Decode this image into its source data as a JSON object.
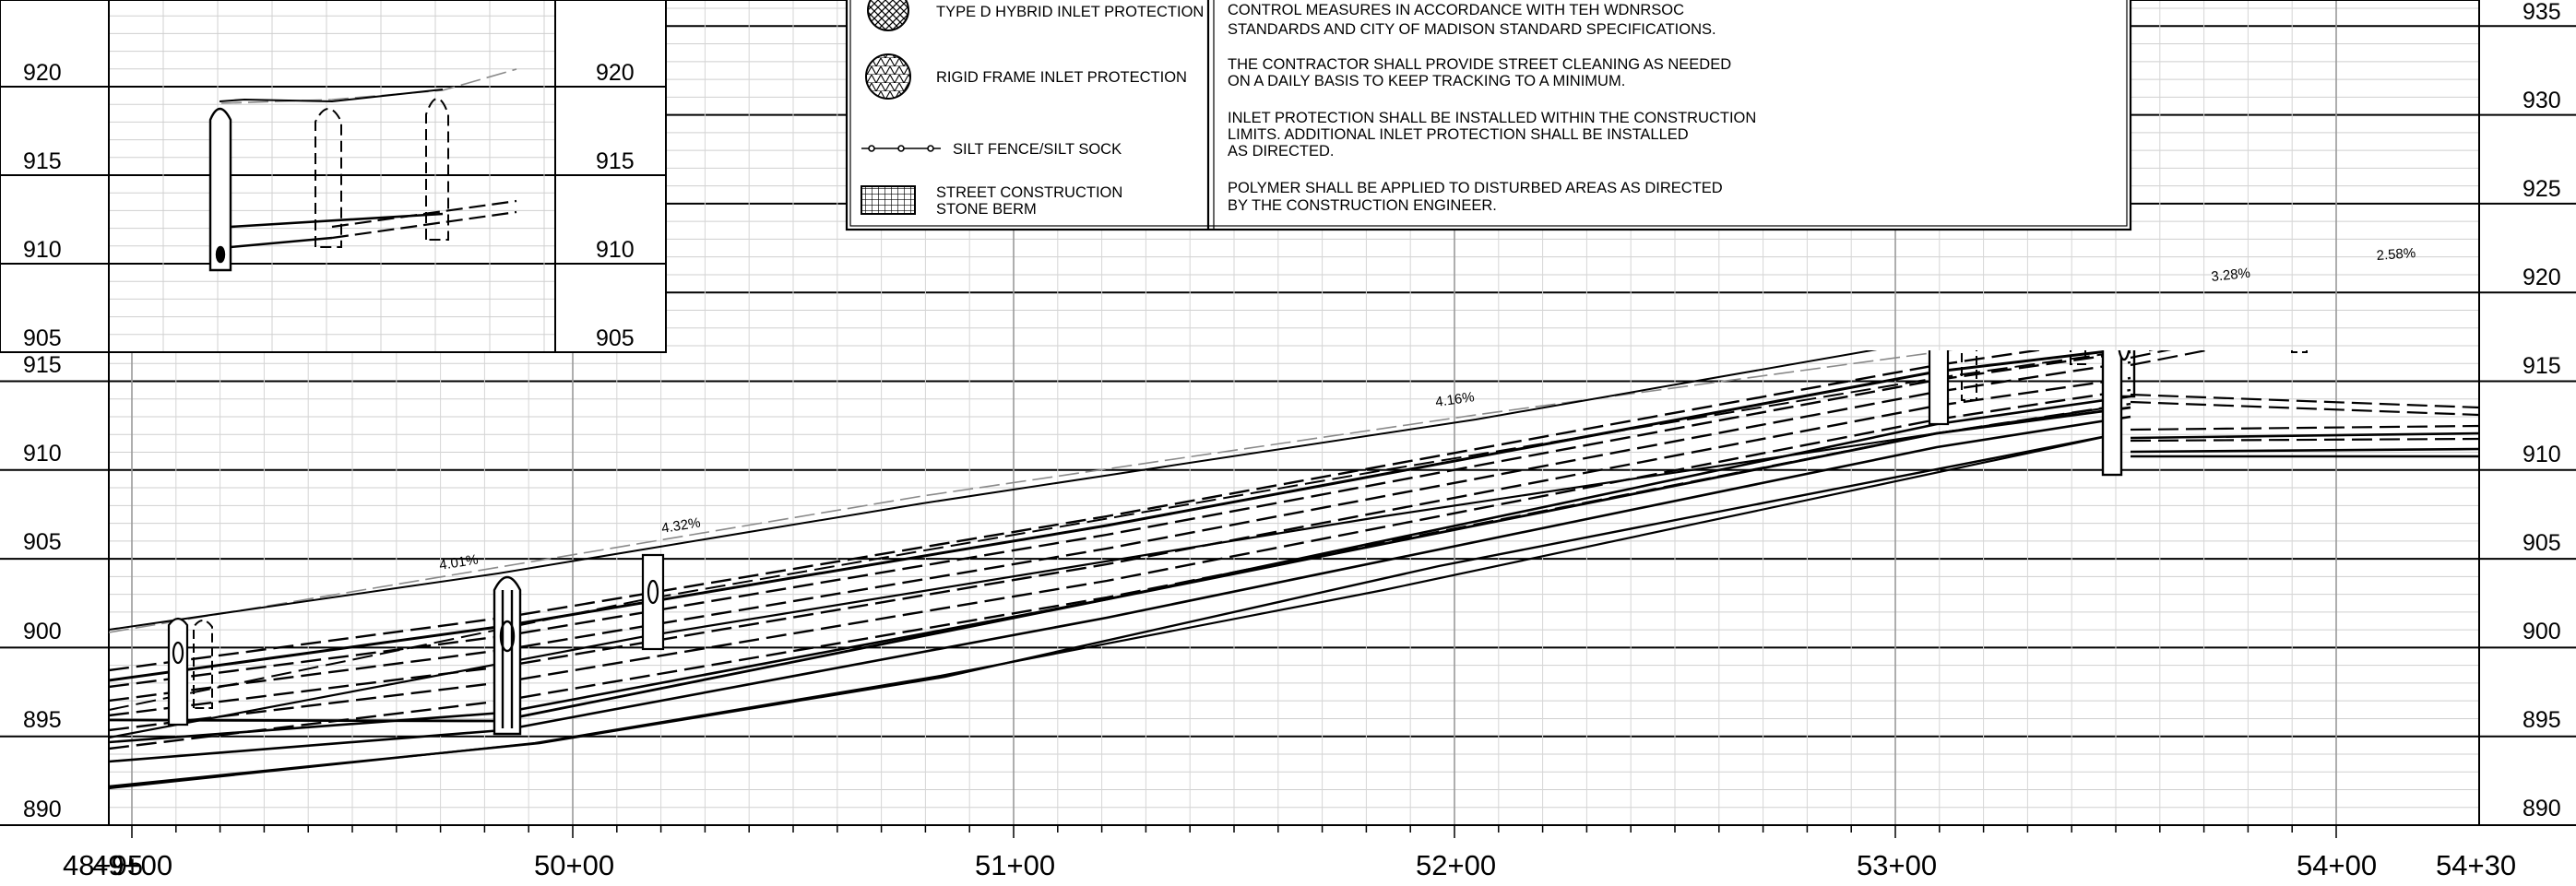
{
  "inset_profile": {
    "left_elevations": [
      "920",
      "915",
      "910",
      "905"
    ],
    "right_elevations": [
      "920",
      "915",
      "910",
      "905"
    ]
  },
  "main_profile": {
    "left_elevations": [
      "915",
      "910",
      "905",
      "900",
      "895",
      "890"
    ],
    "right_elevations": [
      "935",
      "930",
      "925",
      "920",
      "915",
      "910",
      "905",
      "900",
      "895",
      "890"
    ],
    "stations": [
      "48+95",
      "49+00",
      "50+00",
      "51+00",
      "52+00",
      "53+00",
      "54+00",
      "54+30"
    ],
    "grade_labels": [
      "4.01%",
      "4.32%",
      "4.16%",
      "3.28%",
      "2.58%"
    ]
  },
  "legend": {
    "items": [
      {
        "label": "TYPE D HYBRID INLET PROTECTION",
        "symbol": "crosshatch-circle-icon"
      },
      {
        "label": "RIGID FRAME INLET PROTECTION",
        "symbol": "triangle-grid-circle-icon"
      },
      {
        "label": "SILT FENCE/SILT SOCK",
        "symbol": "silt-fence-line-icon"
      },
      {
        "label": "STREET CONSTRUCTION",
        "label2": "STONE BERM",
        "symbol": "stone-berm-grid-icon"
      }
    ]
  },
  "notes": {
    "lines": [
      "CONTROL MEASURES IN ACCORDANCE WITH TEH WDNRSOC",
      "STANDARDS AND CITY OF MADISON STANDARD SPECIFICATIONS.",
      "THE CONTRACTOR SHALL PROVIDE STREET CLEANING AS NEEDED",
      "ON A DAILY BASIS TO KEEP TRACKING TO A MINIMUM.",
      "INLET PROTECTION SHALL BE INSTALLED WITHIN THE CONSTRUCTION",
      "LIMITS.  ADDITIONAL INLET PROTECTION SHALL BE INSTALLED",
      "AS DIRECTED.",
      "POLYMER SHALL BE APPLIED TO DISTURBED AREAS AS DIRECTED",
      "BY THE CONSTRUCTION ENGINEER."
    ]
  }
}
